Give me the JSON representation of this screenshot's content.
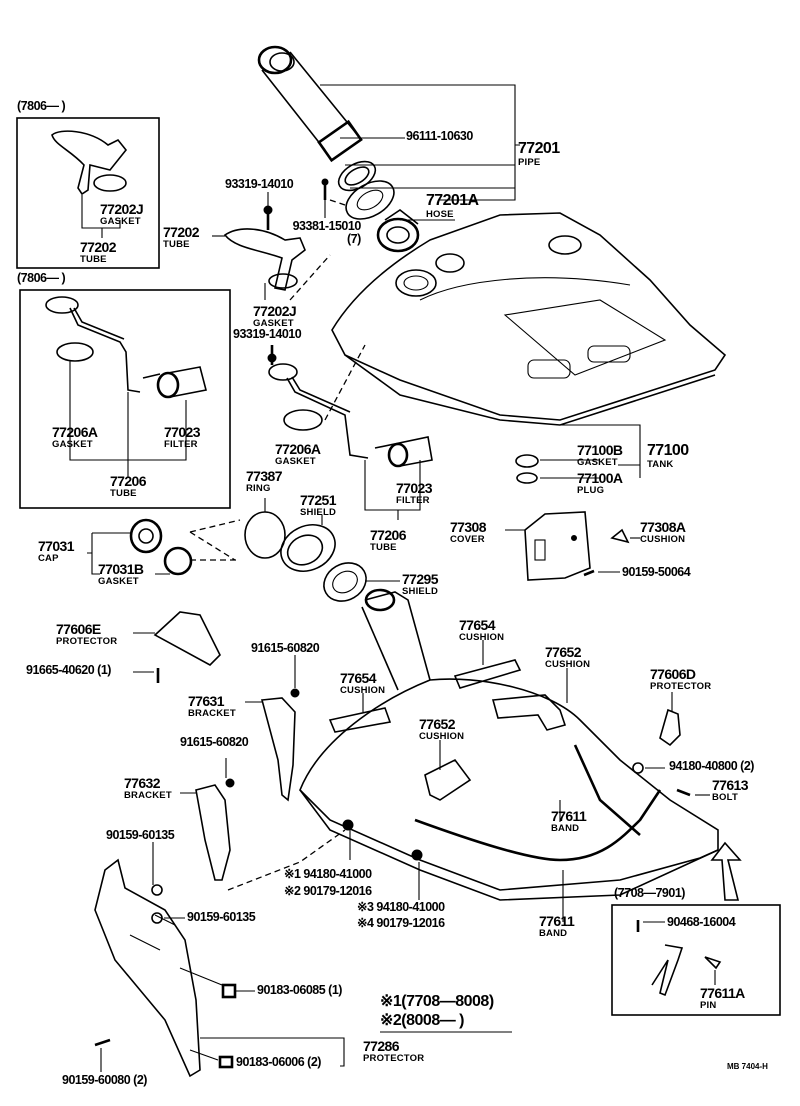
{
  "diagram": {
    "title_ref": "MB 7404-H",
    "boxes": {
      "top_left_date": "(7806—      )",
      "mid_left_date": "(7806—      )",
      "bottom_right_date": "(7708—7901)"
    },
    "notes": {
      "note1": "※1(7708—8008)",
      "note2": "※2(8008—      )"
    },
    "parts": {
      "p_77201": {
        "num": "77201",
        "name": "PIPE"
      },
      "p_96111": {
        "num": "96111-10630"
      },
      "p_77201A": {
        "num": "77201A",
        "name": "HOSE"
      },
      "p_93319_top": {
        "num": "93319-14010"
      },
      "p_93381": {
        "num": "93381-15010",
        "qty": "(7)"
      },
      "p_77202": {
        "num": "77202",
        "name": "TUBE"
      },
      "p_77202J": {
        "num": "77202J",
        "name": "GASKET"
      },
      "p_93319_mid": {
        "num": "93319-14010"
      },
      "box1_77202J": {
        "num": "77202J",
        "name": "GASKET"
      },
      "box1_77202": {
        "num": "77202",
        "name": "TUBE"
      },
      "box2_77206A": {
        "num": "77206A",
        "name": "GASKET"
      },
      "box2_77023": {
        "num": "77023",
        "name": "FILTER"
      },
      "box2_77206": {
        "num": "77206",
        "name": "TUBE"
      },
      "p_77206A": {
        "num": "77206A",
        "name": "GASKET"
      },
      "p_77023": {
        "num": "77023",
        "name": "FILTER"
      },
      "p_77206": {
        "num": "77206",
        "name": "TUBE"
      },
      "p_77387": {
        "num": "77387",
        "name": "RING"
      },
      "p_77251": {
        "num": "77251",
        "name": "SHIELD"
      },
      "p_77031": {
        "num": "77031",
        "name": "CAP"
      },
      "p_77031B": {
        "num": "77031B",
        "name": "GASKET"
      },
      "p_77295": {
        "num": "77295",
        "name": "SHIELD"
      },
      "p_77100": {
        "num": "77100",
        "name": "TANK"
      },
      "p_77100B": {
        "num": "77100B",
        "name": "GASKET"
      },
      "p_77100A": {
        "num": "77100A",
        "name": "PLUG"
      },
      "p_77308": {
        "num": "77308",
        "name": "COVER"
      },
      "p_77308A": {
        "num": "77308A",
        "name": "CUSHION"
      },
      "p_90159_50064": {
        "num": "90159-50064"
      },
      "p_77606E": {
        "num": "77606E",
        "name": "PROTECTOR"
      },
      "p_91665": {
        "num": "91665-40620 (1)"
      },
      "p_91615_a": {
        "num": "91615-60820"
      },
      "p_77631": {
        "num": "77631",
        "name": "BRACKET"
      },
      "p_91615_b": {
        "num": "91615-60820"
      },
      "p_77632": {
        "num": "77632",
        "name": "BRACKET"
      },
      "p_77654_a": {
        "num": "77654",
        "name": "CUSHION"
      },
      "p_77654_b": {
        "num": "77654",
        "name": "CUSHION"
      },
      "p_77652_a": {
        "num": "77652",
        "name": "CUSHION"
      },
      "p_77652_b": {
        "num": "77652",
        "name": "CUSHION"
      },
      "p_77606D": {
        "num": "77606D",
        "name": "PROTECTOR"
      },
      "p_94180_40800": {
        "num": "94180-40800 (2)"
      },
      "p_77613": {
        "num": "77613",
        "name": "BOLT"
      },
      "p_77611_a": {
        "num": "77611",
        "name": "BAND"
      },
      "p_77611_b": {
        "num": "77611",
        "name": "BAND"
      },
      "p_90159_60135_a": {
        "num": "90159-60135"
      },
      "p_90159_60135_b": {
        "num": "90159-60135"
      },
      "p_star1": {
        "num": "※1 94180-41000"
      },
      "p_star2": {
        "num": "※2 90179-12016"
      },
      "p_star3": {
        "num": "※3 94180-41000"
      },
      "p_star4": {
        "num": "※4 90179-12016"
      },
      "p_90468": {
        "num": "90468-16004"
      },
      "p_77611A": {
        "num": "77611A",
        "name": "PIN"
      },
      "p_90183_06085": {
        "num": "90183-06085 (1)"
      },
      "p_77286": {
        "num": "77286",
        "name": "PROTECTOR"
      },
      "p_90183_06006": {
        "num": "90183-06006 (2)"
      },
      "p_90159_60080": {
        "num": "90159-60080 (2)"
      }
    }
  }
}
